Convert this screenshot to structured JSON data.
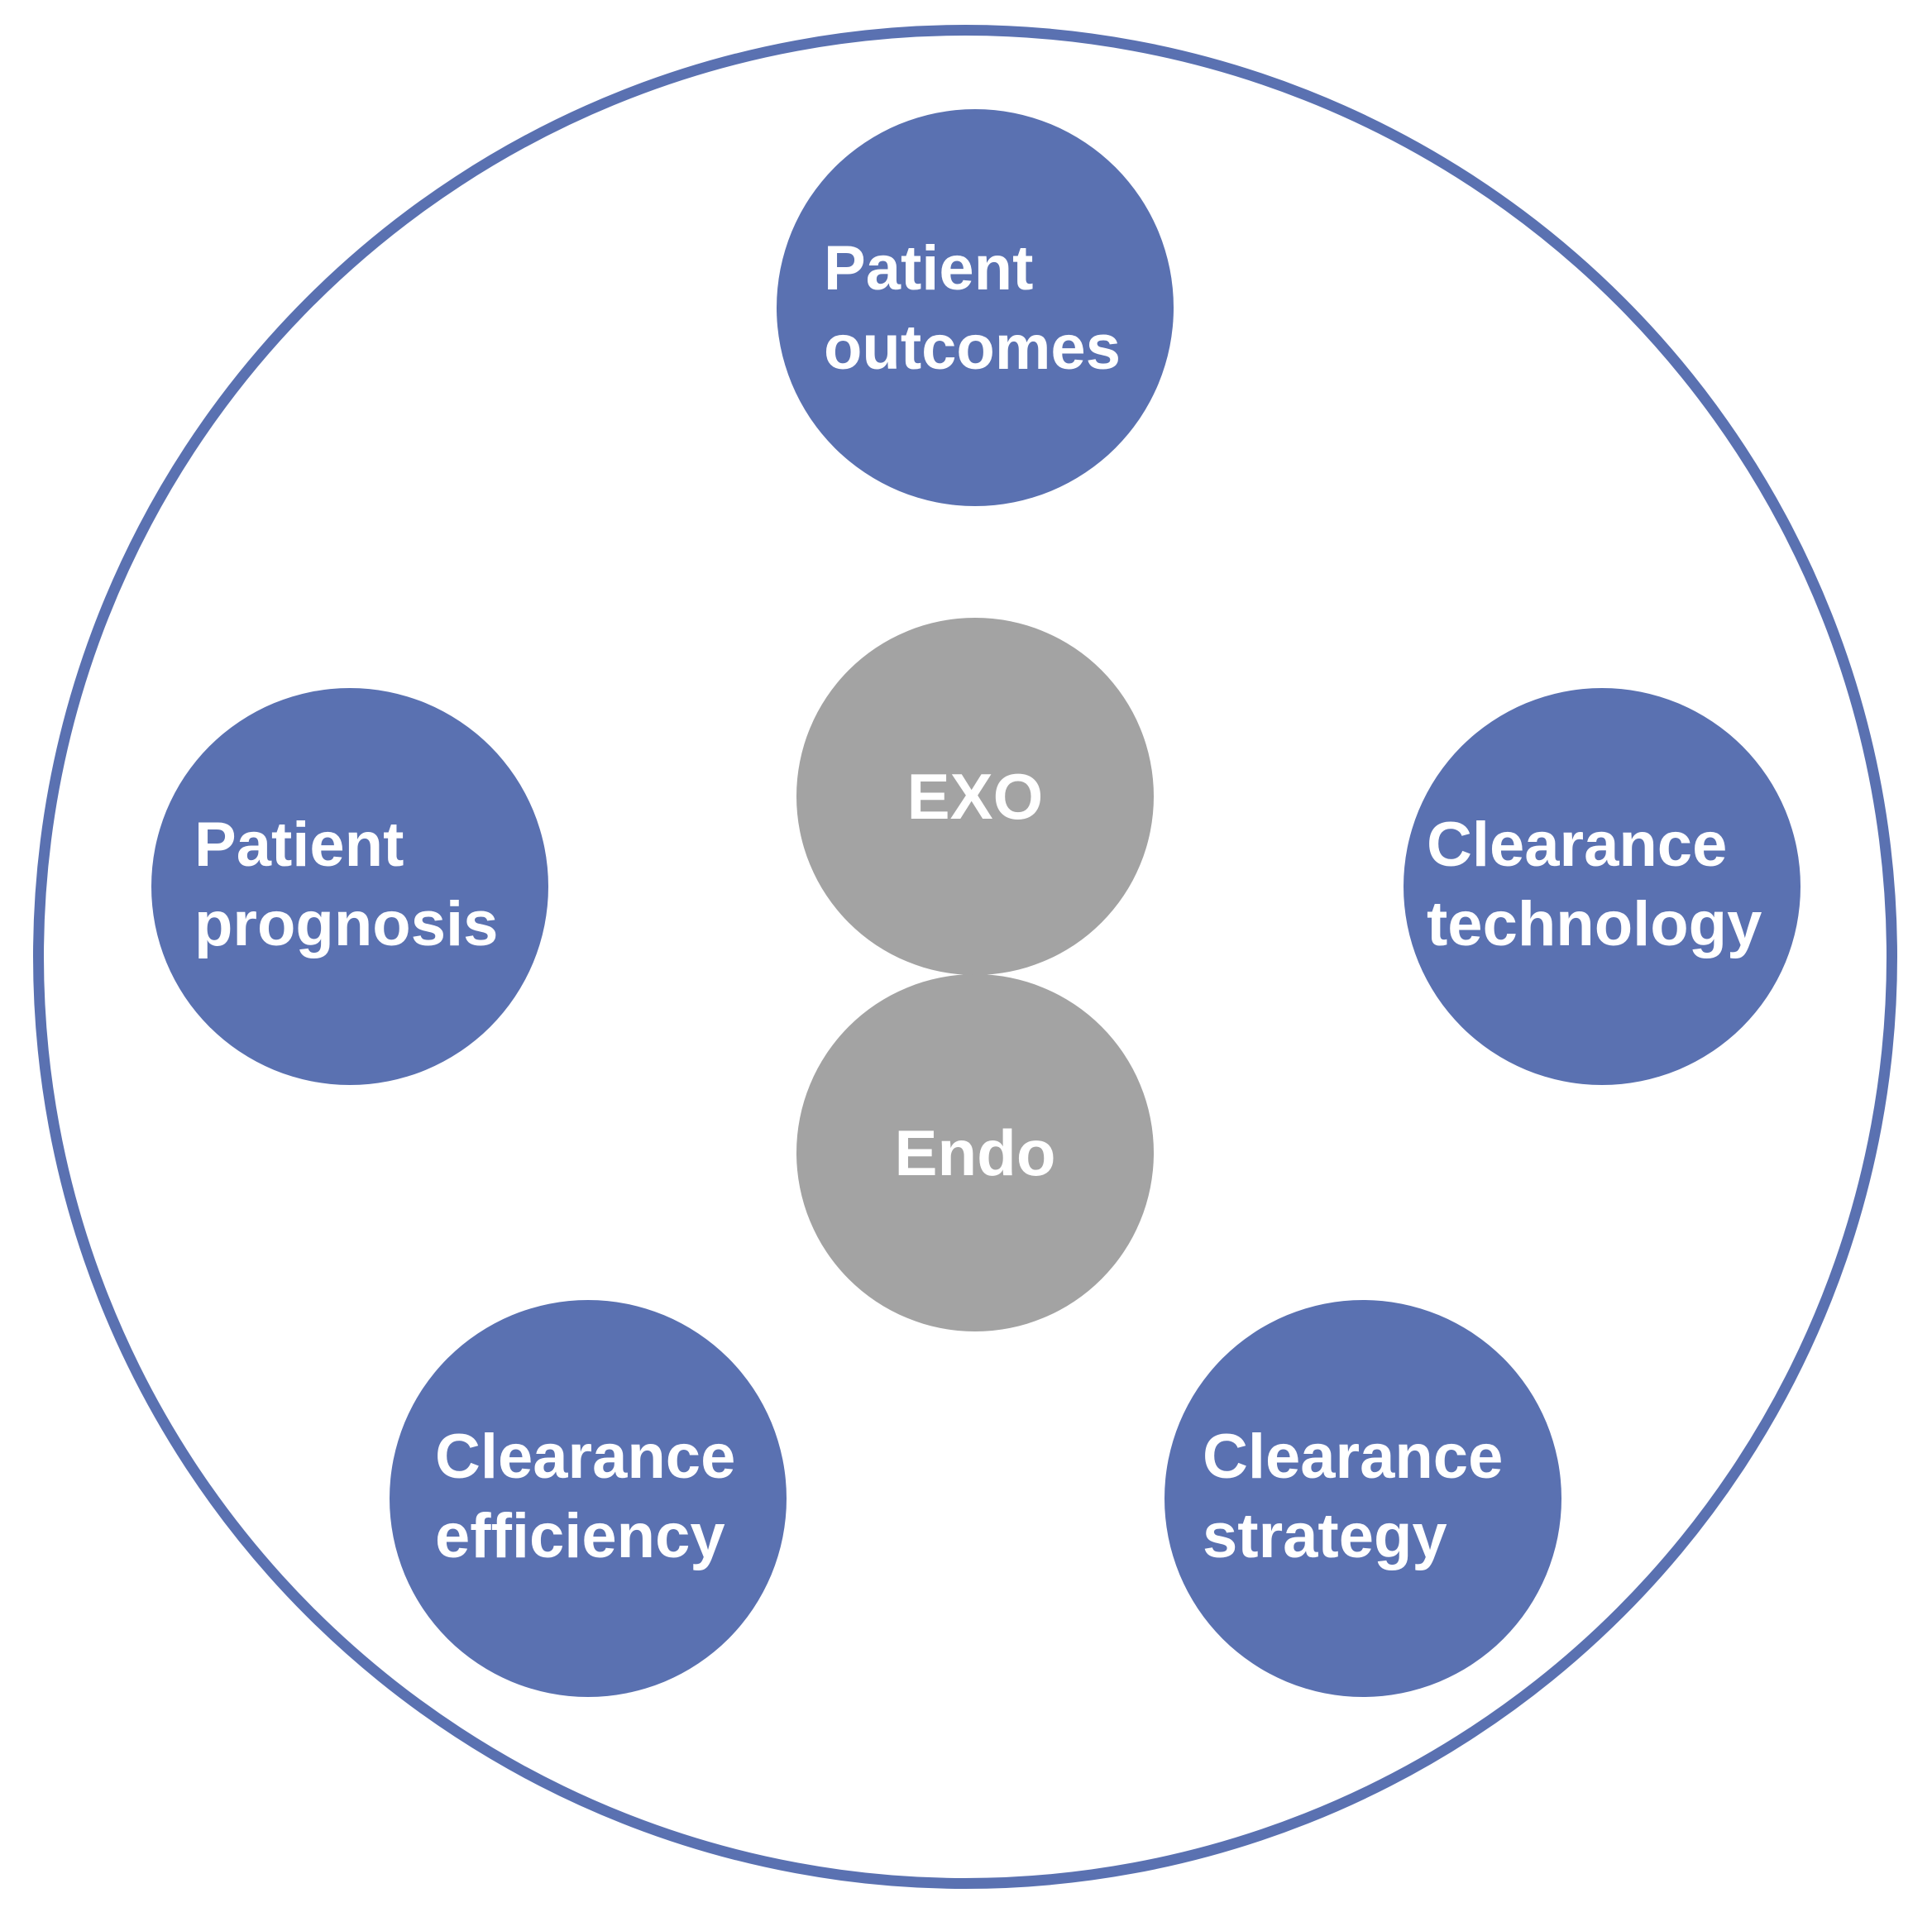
{
  "diagram": {
    "colors": {
      "ring": "#5a71b1",
      "outer_node_fill": "#5a71b1",
      "core_fill": "#a3a3a3",
      "text": "#ffffff"
    },
    "core": {
      "top": "EXO",
      "bottom": "Endo"
    },
    "nodes": {
      "top": {
        "line1": "Patient",
        "line2": "outcomes"
      },
      "left": {
        "line1": "Patient",
        "line2": "prognosis"
      },
      "right": {
        "line1": "Clearance",
        "line2": "technology"
      },
      "bottom_left": {
        "line1": "Clearance",
        "line2": "efficiency"
      },
      "bottom_right": {
        "line1": "Clearance",
        "line2": "strategy"
      }
    }
  }
}
